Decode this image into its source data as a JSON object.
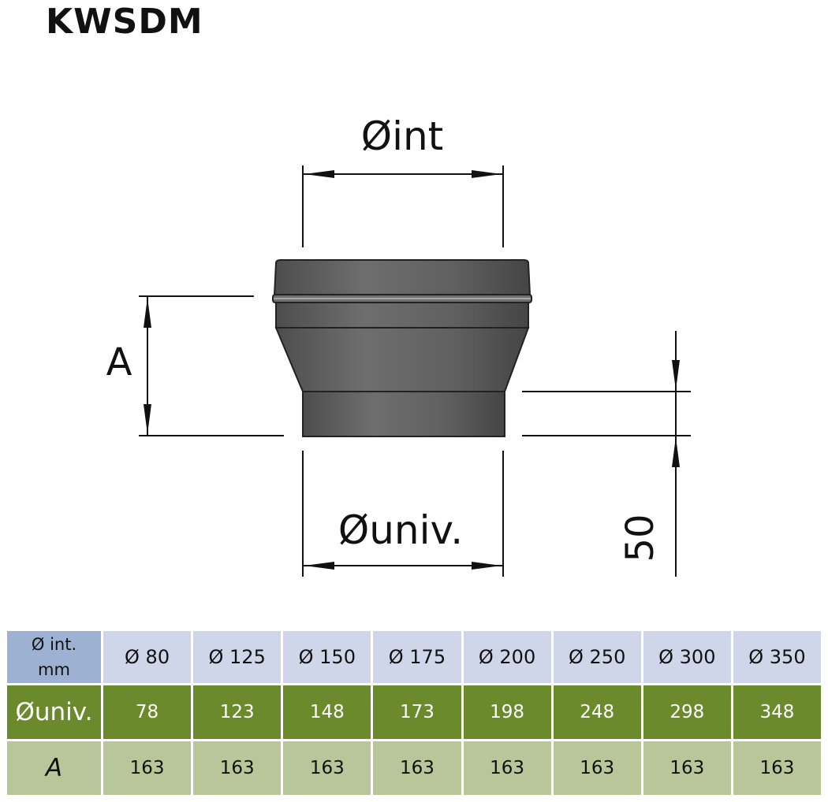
{
  "title": "KWSDM",
  "diagram": {
    "label_int": "Øint",
    "label_univ": "Øuniv.",
    "label_a": "A",
    "label_50": "50"
  },
  "table": {
    "row_int": {
      "header_line1": "Ø int.",
      "header_line2": "mm",
      "cells": [
        "Ø 80",
        "Ø 125",
        "Ø 150",
        "Ø 175",
        "Ø 200",
        "Ø 250",
        "Ø 300",
        "Ø 350"
      ]
    },
    "row_univ": {
      "header": "Øuniv.",
      "cells": [
        "78",
        "123",
        "148",
        "173",
        "198",
        "248",
        "298",
        "348"
      ]
    },
    "row_a": {
      "header": "A",
      "cells": [
        "163",
        "163",
        "163",
        "163",
        "163",
        "163",
        "163",
        "163"
      ]
    }
  },
  "colors": {
    "header_blue": "#9db2d3",
    "light_blue": "#cfd6ea",
    "dark_green": "#6a8a2c",
    "light_green": "#b9c69a",
    "pipe_gray": "#5c5c5c"
  }
}
